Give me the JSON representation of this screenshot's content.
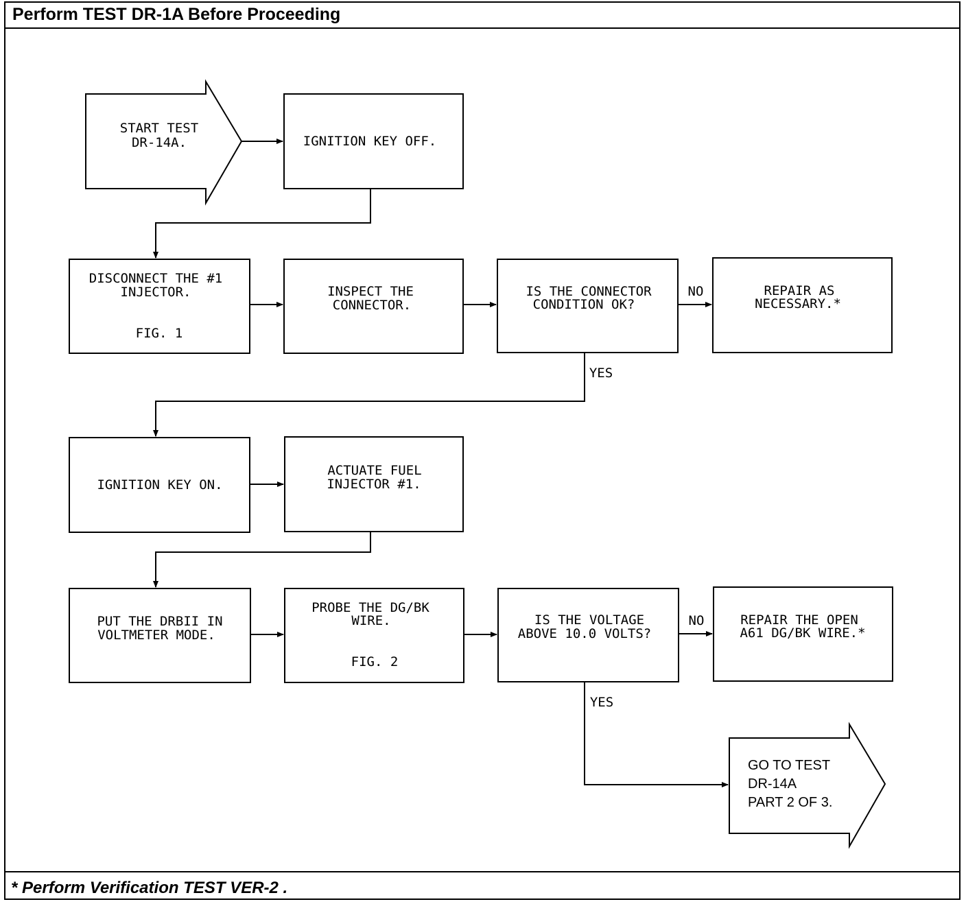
{
  "header": {
    "title": "Perform TEST DR-1A Before Proceeding"
  },
  "footer": {
    "note": "* Perform Verification TEST VER-2 ."
  },
  "start": {
    "line1": "START TEST",
    "line2": "DR-14A."
  },
  "steps": {
    "ignition_off": {
      "line1": "IGNITION KEY OFF."
    },
    "disconnect": {
      "line1": "DISCONNECT THE #1",
      "line2": "INJECTOR.",
      "fig": "FIG. 1"
    },
    "inspect": {
      "line1": "INSPECT THE",
      "line2": "CONNECTOR."
    },
    "connector_ok": {
      "line1": "IS THE CONNECTOR",
      "line2": "CONDITION OK?"
    },
    "repair": {
      "line1": "REPAIR AS",
      "line2": "NECESSARY.*"
    },
    "ignition_on": {
      "line1": "IGNITION KEY ON."
    },
    "actuate": {
      "line1": "ACTUATE FUEL",
      "line2": "INJECTOR #1."
    },
    "voltmeter": {
      "line1": "PUT THE DRBII IN",
      "line2": "VOLTMETER MODE."
    },
    "probe": {
      "line1": "PROBE THE DG/BK",
      "line2": "WIRE.",
      "fig": "FIG. 2"
    },
    "voltage": {
      "line1": "IS THE VOLTAGE",
      "line2": "ABOVE 10.0 VOLTS?"
    },
    "repair_open": {
      "line1": "REPAIR THE OPEN",
      "line2": "A61 DG/BK WIRE.*"
    }
  },
  "goto": {
    "line1": "GO TO TEST",
    "line2": "DR-14A",
    "line3": "PART 2 OF 3."
  },
  "labels": {
    "no1": "NO",
    "yes1": "YES",
    "no2": "NO",
    "yes2": "YES"
  }
}
